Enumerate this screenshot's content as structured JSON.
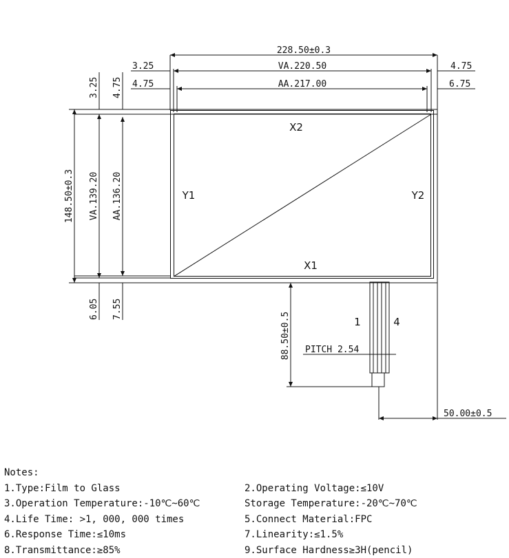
{
  "drawing": {
    "dims": {
      "overall_width": "228.50±0.3",
      "va_width": "VA.220.50",
      "aa_width": "AA.217.00",
      "left_va_offset": "3.25",
      "left_aa_offset": "4.75",
      "right_va_offset": "4.75",
      "right_aa_offset": "6.75",
      "top_va_offset": "3.25",
      "top_aa_offset": "4.75",
      "overall_height": "148.50±0.3",
      "va_height": "VA.139.20",
      "aa_height": "AA.136.20",
      "bottom_va_offset": "6.05",
      "bottom_aa_offset": "7.55",
      "tail_length": "88.50±0.5",
      "pitch": "PITCH 2.54",
      "tail_position": "50.00±0.5"
    },
    "labels": {
      "x1": "X1",
      "x2": "X2",
      "y1": "Y1",
      "y2": "Y2",
      "pin_first": "1",
      "pin_last": "4"
    }
  },
  "notes": {
    "title": "Notes:",
    "rows": [
      {
        "left": "1.Type:Film to Glass",
        "right": "2.Operating Voltage:≤10V"
      },
      {
        "left": "3.Operation Temperature:-10℃~60℃",
        "right": "Storage Temperature:-20℃~70℃"
      },
      {
        "left": "4.Life Time: >1, 000, 000 times",
        "right": "5.Connect Material:FPC"
      },
      {
        "left": "6.Response Time:≤10ms",
        "right": "7.Linearity:≤1.5%"
      },
      {
        "left": "8.Transmittance:≥85%",
        "right": "9.Surface Hardness≥3H(pencil)"
      }
    ]
  }
}
